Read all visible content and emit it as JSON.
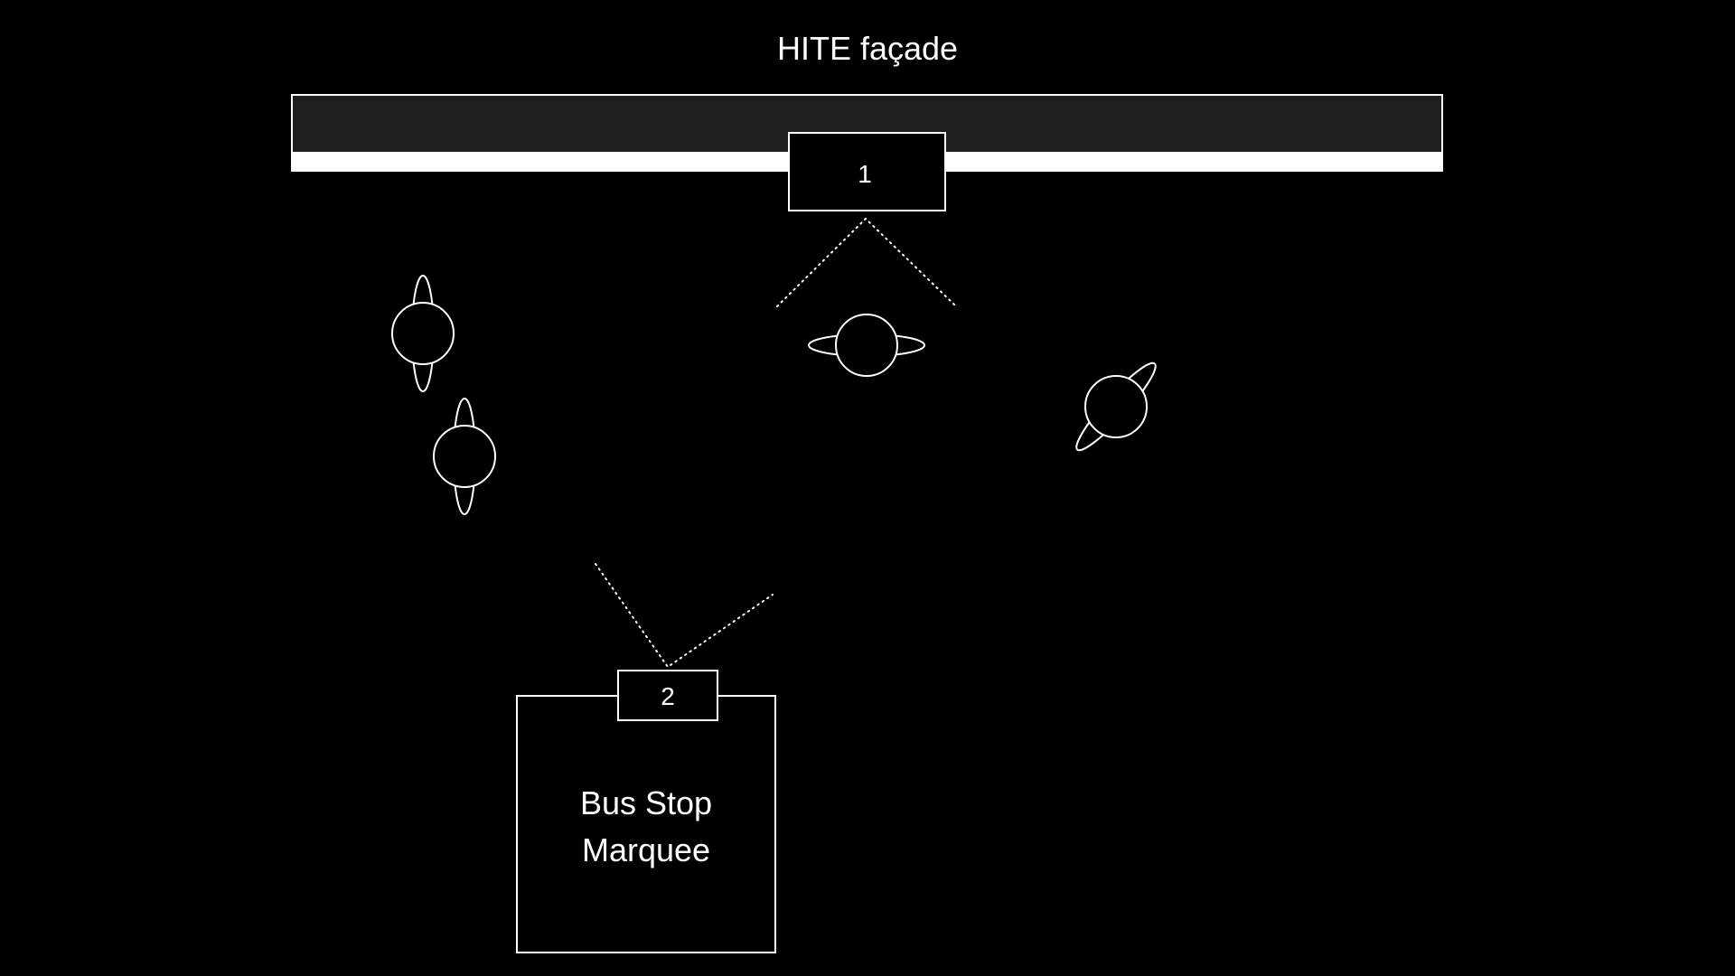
{
  "colors": {
    "background": "#000000",
    "foreground": "#ffffff",
    "facade_fill": "#211f1e"
  },
  "facade": {
    "title": "HITE façade"
  },
  "projectors": [
    {
      "label": "1"
    },
    {
      "label": "2"
    }
  ],
  "marquee": {
    "line1": "Bus Stop",
    "line2": "Marquee"
  },
  "figures": [
    {
      "icon": "person-icon"
    },
    {
      "icon": "person-icon"
    },
    {
      "icon": "person-icon"
    },
    {
      "icon": "person-icon"
    }
  ]
}
